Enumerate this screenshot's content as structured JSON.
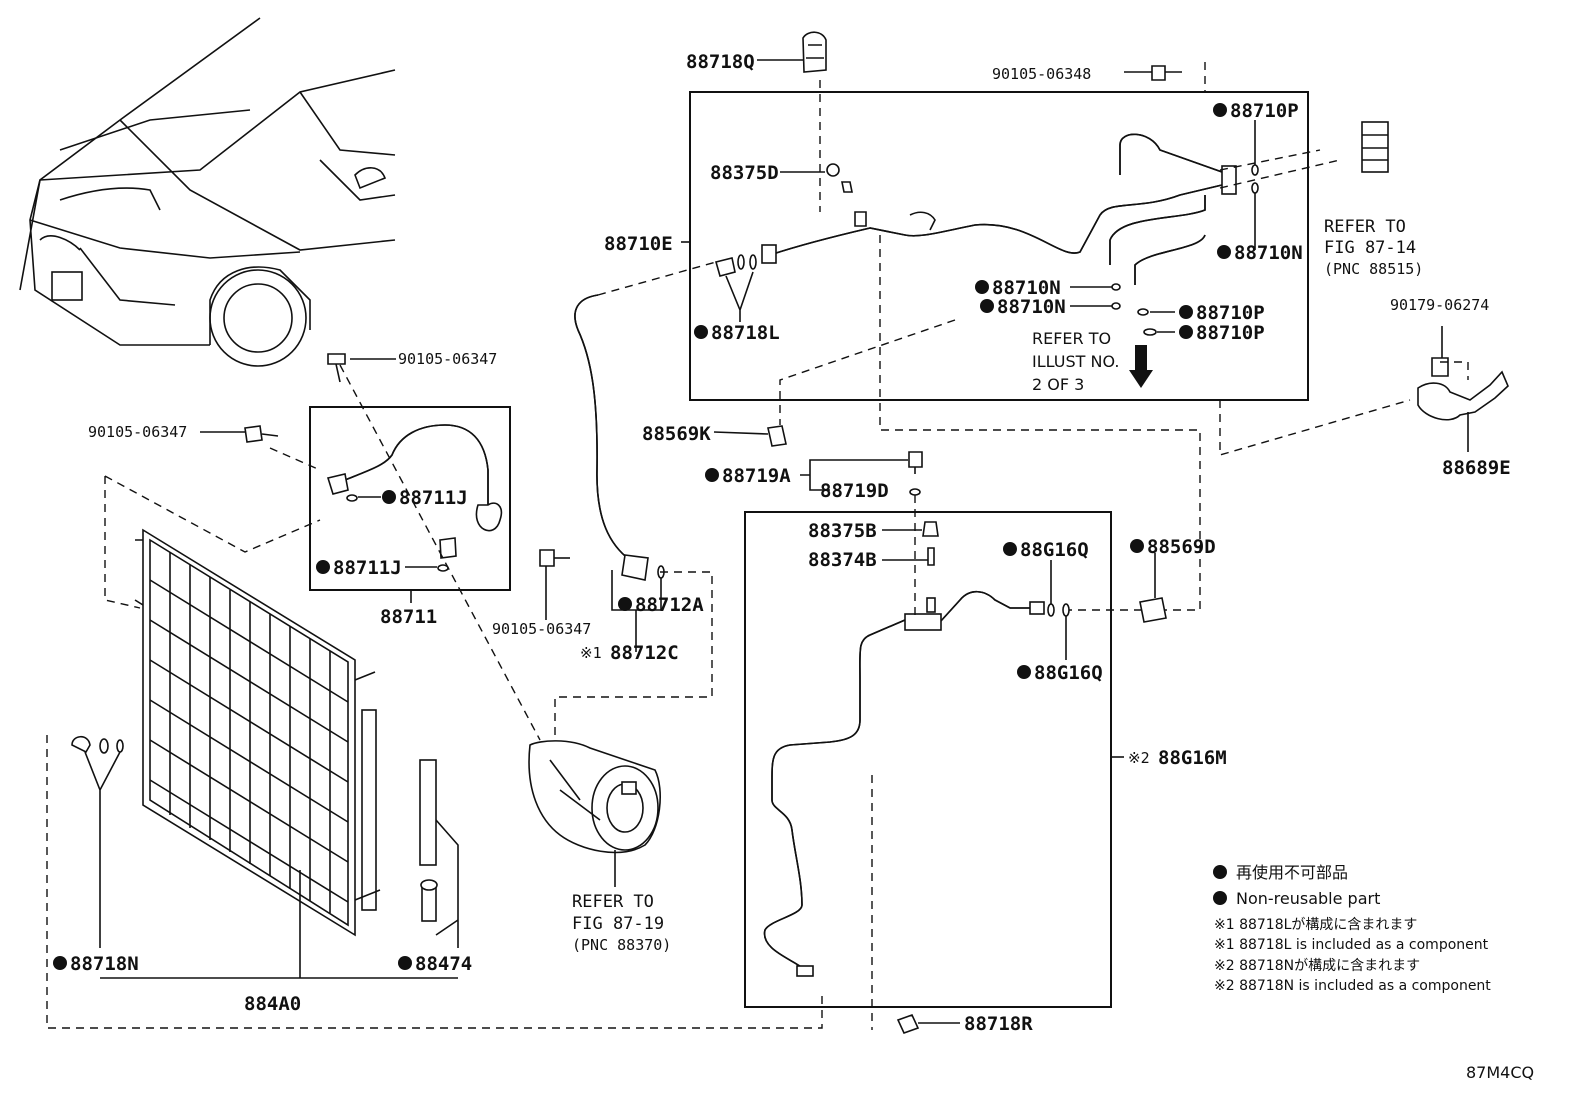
{
  "labels": {
    "p88718Q": "88718Q",
    "p90105_06348": "90105-06348",
    "p88710P_a": "88710P",
    "p88375D": "88375D",
    "p88710E": "88710E",
    "p88710N_a": "88710N",
    "p88710N_b": "88710N",
    "p88710N_c": "88710N",
    "p88710P_b": "88710P",
    "p88710P_c": "88710P",
    "p88718L": "88718L",
    "refer_illust_1": "REFER TO",
    "refer_illust_2": "ILLUST NO.",
    "refer_illust_3": "2 OF 3",
    "refer_fig1414_1": "REFER TO",
    "refer_fig1414_2": "FIG 87-14",
    "refer_fig1414_3": "(PNC 88515)",
    "p90179_06274": "90179-06274",
    "p88689E": "88689E",
    "p90105_06347_a": "90105-06347",
    "p90105_06347_b": "90105-06347",
    "p88711J_a": "88711J",
    "p88711J_b": "88711J",
    "p88711": "88711",
    "p88569K": "88569K",
    "p88719A": "88719A",
    "p88719D": "88719D",
    "p90105_06347_c": "90105-06347",
    "p88712A": "88712A",
    "p88712C": "88712C",
    "p88712C_mark": "※1",
    "p88375B": "88375B",
    "p88374B": "88374B",
    "p88G16Q_a": "88G16Q",
    "p88G16Q_b": "88G16Q",
    "p88569D": "88569D",
    "p88G16M": "88G16M",
    "p88G16M_mark": "※2",
    "refer_fig1919_1": "REFER TO",
    "refer_fig1919_2": "FIG 87-19",
    "refer_fig1919_3": "(PNC 88370)",
    "p88718N": "88718N",
    "p88474": "88474",
    "p884A0": "884A0",
    "p88718R": "88718R",
    "diagram_code": "87M4CQ"
  },
  "legend": {
    "line1": "再使用不可部品",
    "line2": "Non-reusable part",
    "line3": "※1 88718Lが構成に含まれます",
    "line4": "※1 88718L is included as a component",
    "line5": "※2 88718Nが構成に含まれます",
    "line6": "※2 88718N is included as a component"
  },
  "icons": [
    "non-reusable-dot-icon"
  ]
}
